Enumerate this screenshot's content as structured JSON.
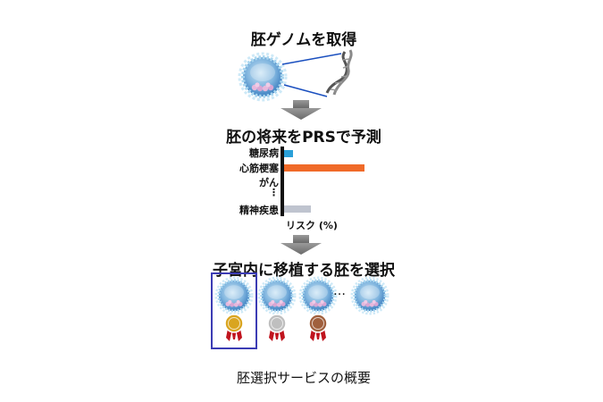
{
  "steps": {
    "step1_title": "胚ゲノムを取得",
    "step2_title": "胚の将来をPRSで予測",
    "step3_title": "子宮内に移植する胚を選択"
  },
  "chart_data": {
    "type": "bar",
    "orientation": "horizontal",
    "categories": [
      "糖尿病",
      "心筋梗塞",
      "がん",
      "精神疾患"
    ],
    "ellipsis": "⋮",
    "values": [
      1,
      9,
      null,
      3
    ],
    "bar_colors": [
      "#2aa0d8",
      "#f06a28",
      null,
      "#bfc4cf"
    ],
    "xlabel": "リスク (%)",
    "ylabel": ""
  },
  "embryo_row": {
    "ellipsis": "…",
    "selected_index": 0,
    "medal_colors": [
      "#d9a520",
      "#bfbfbf",
      "#a0603d"
    ],
    "ribbon_color": "#c0141e",
    "selection_box_color": "#3c3cb4"
  },
  "caption": "胚選択サービスの概要"
}
